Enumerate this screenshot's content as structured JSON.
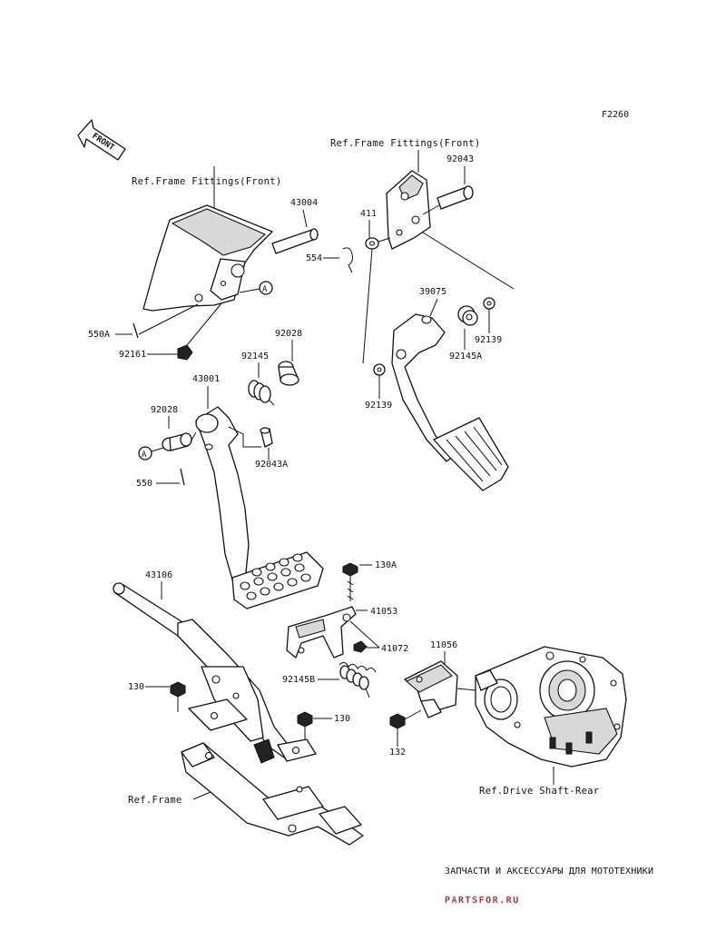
{
  "figure_code": "F2260",
  "front_arrow_label": "FRONT",
  "refs": {
    "frame_fittings_left": "Ref.Frame Fittings(Front)",
    "frame_fittings_right": "Ref.Frame Fittings(Front)",
    "frame": "Ref.Frame",
    "drive_shaft_rear": "Ref.Drive Shaft-Rear"
  },
  "callout_marker": "A",
  "parts": {
    "p43004": "43004",
    "p554": "554",
    "p550A": "550A",
    "p92161": "92161",
    "p92028_top": "92028",
    "p92145": "92145",
    "p43001": "43001",
    "p92028_left": "92028",
    "p92043A": "92043A",
    "p550": "550",
    "p411": "411",
    "p92043": "92043",
    "p39075": "39075",
    "p92139_right": "92139",
    "p92145A": "92145A",
    "p92139_left": "92139",
    "p43106": "43106",
    "p130A": "130A",
    "p41053": "41053",
    "p41072": "41072",
    "p11056": "11056",
    "p92145B": "92145B",
    "p130_left": "130",
    "p130_right": "130",
    "p132": "132"
  },
  "watermark": {
    "tagline": "ЗАПЧАСТИ И АКСЕССУАРЫ ДЛЯ МОТОТЕХНИКИ",
    "logo": "PARTSFOR.RU",
    "color": "#e7a5ab"
  }
}
